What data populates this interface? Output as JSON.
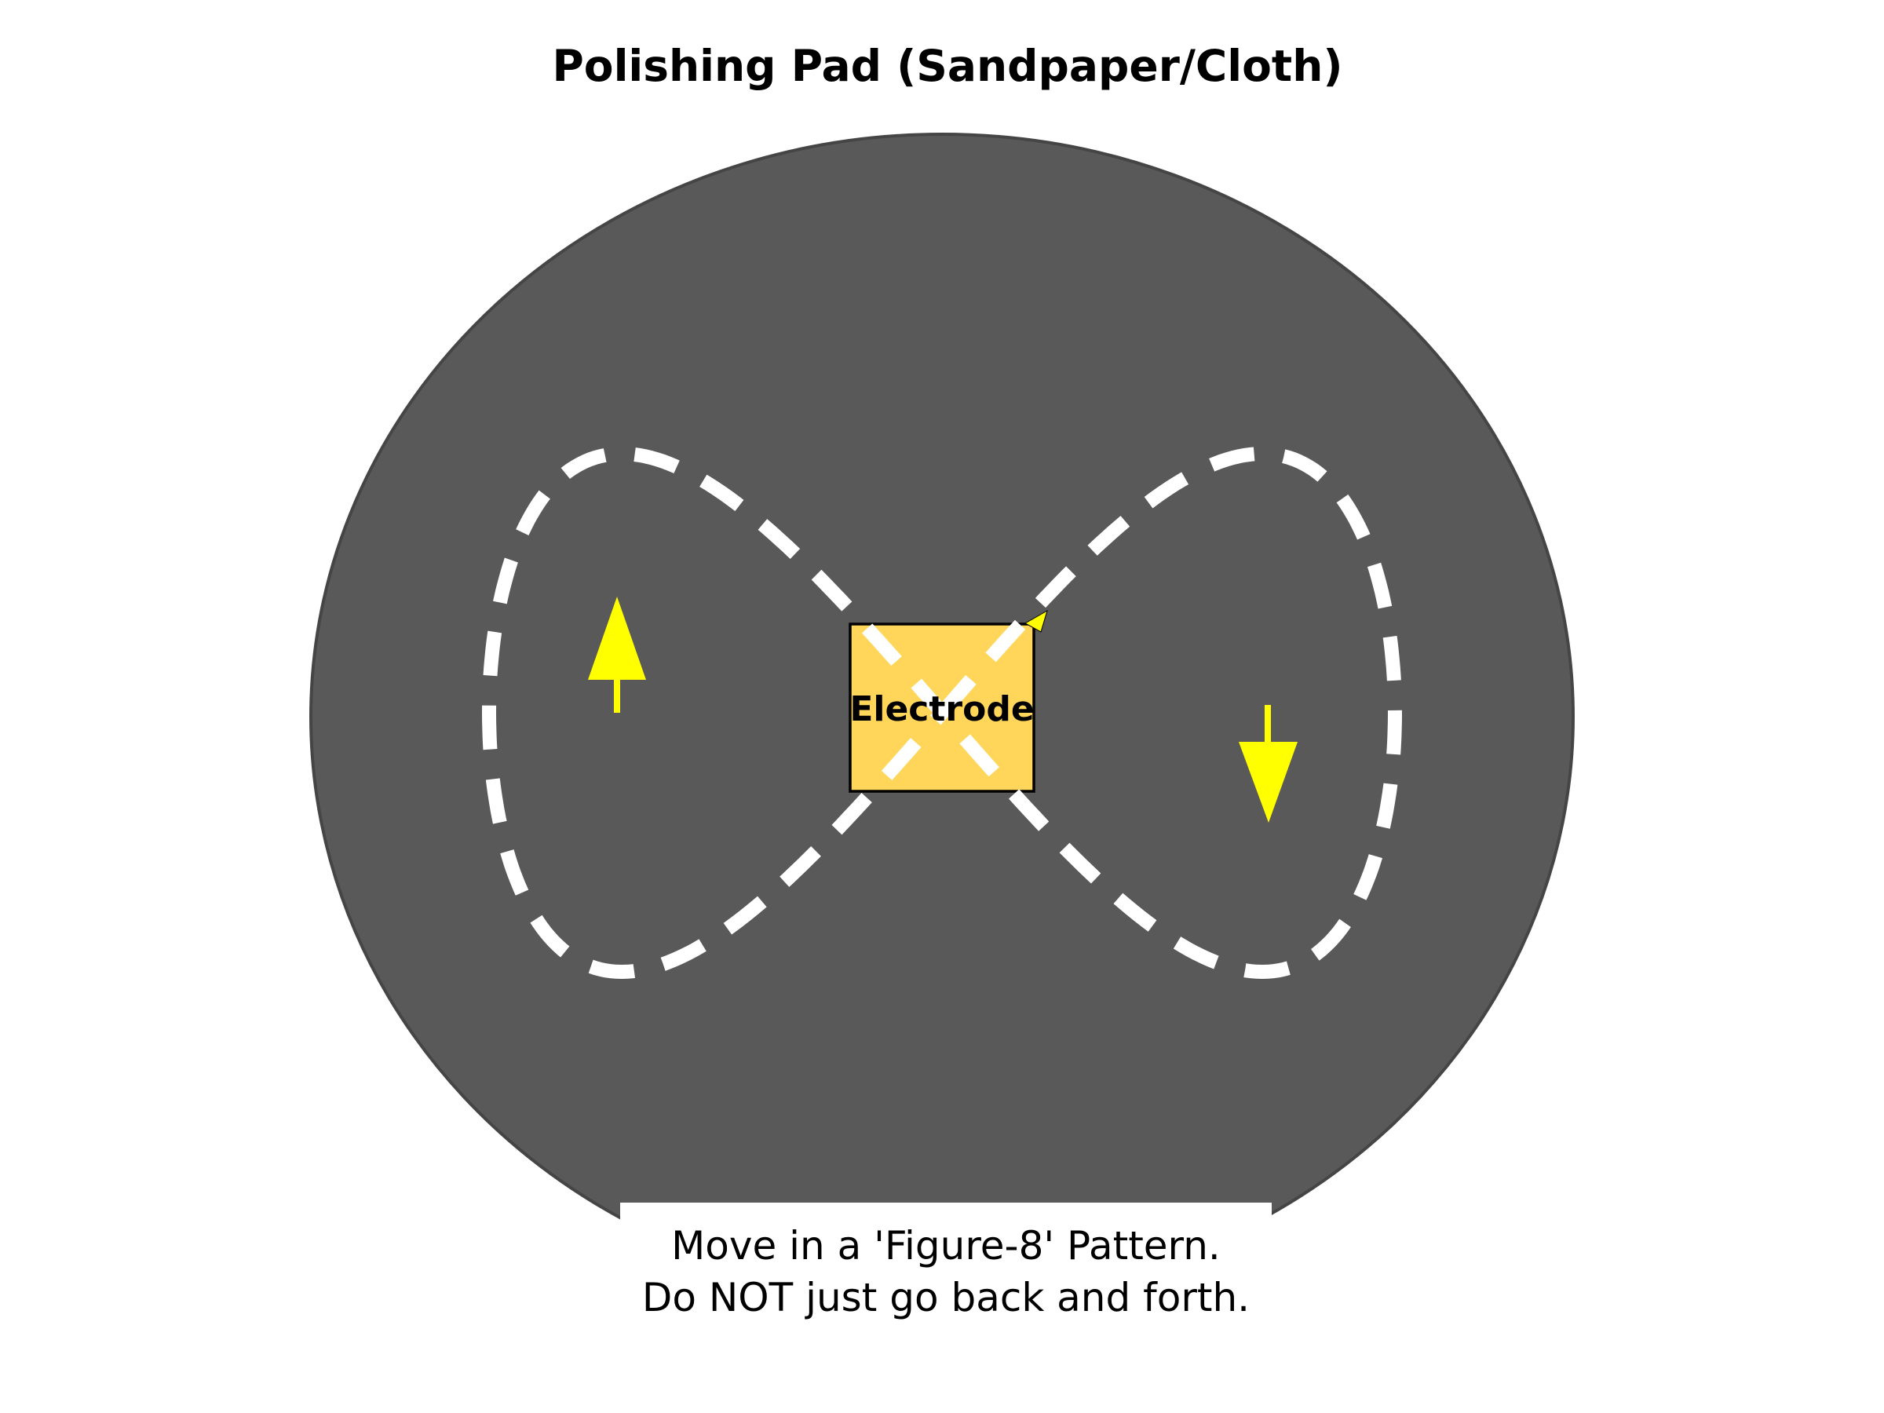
{
  "title": "Polishing Pad (Sandpaper/Cloth)",
  "pad": {
    "name": "polishing-pad",
    "color": "#595959",
    "edge_color": "#454545"
  },
  "figure8": {
    "name": "figure-8-path",
    "dash_color": "#ffffff"
  },
  "electrode": {
    "label": "Electrode",
    "fill": "#ffd55a",
    "border": "#000000"
  },
  "arrows": {
    "color": "#ffff00",
    "up_arrow_icon": "up-arrow",
    "down_arrow_icon": "down-arrow",
    "path_arrowhead_icon": "arrowhead-up-right"
  },
  "instructions": {
    "line1": "Move in a 'Figure-8' Pattern.",
    "line2": "Do NOT just go back and forth."
  },
  "background_color": "#ffffff"
}
